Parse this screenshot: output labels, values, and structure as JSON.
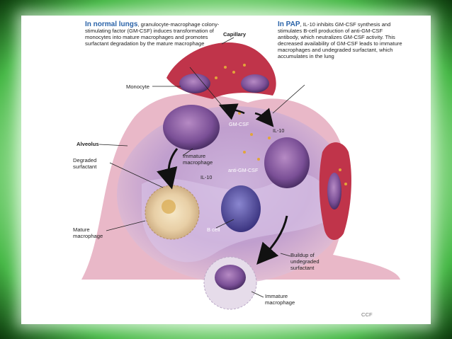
{
  "normal": {
    "heading": "In normal lungs",
    "body": ", granulocyte-macrophage colony-stimulating factor (GM-CSF) induces transformation of monocytes into mature macrophages and promotes surfactant degradation by the mature macrophage"
  },
  "pap": {
    "heading": "In PAP",
    "body": ", IL-10 inhibits GM-CSF synthesis and stimulates B-cell production of anti-GM-CSF antibody, which neutralizes GM-CSF activity. This decreased availability of GM-CSF leads to immature macrophages and undegraded surfactant, which accumulates in the lung"
  },
  "labels": {
    "capillary": "Capillary",
    "monocyte": "Monocyte",
    "alveolus": "Alveolus",
    "degraded": "Degraded surfactant",
    "mature": "Mature macrophage",
    "immature1": "Immature macrophage",
    "il10_a": "IL-10",
    "il10_b": "IL-10",
    "gmcsf": "GM-CSF",
    "anti": "anti-GM-CSF",
    "bcell": "B cell",
    "buildup": "Buildup of undegraded surfactant",
    "immature2": "Immature macrophage",
    "credit": "CCF"
  },
  "colors": {
    "frame": "#47b847",
    "heading": "#2a63a8"
  }
}
